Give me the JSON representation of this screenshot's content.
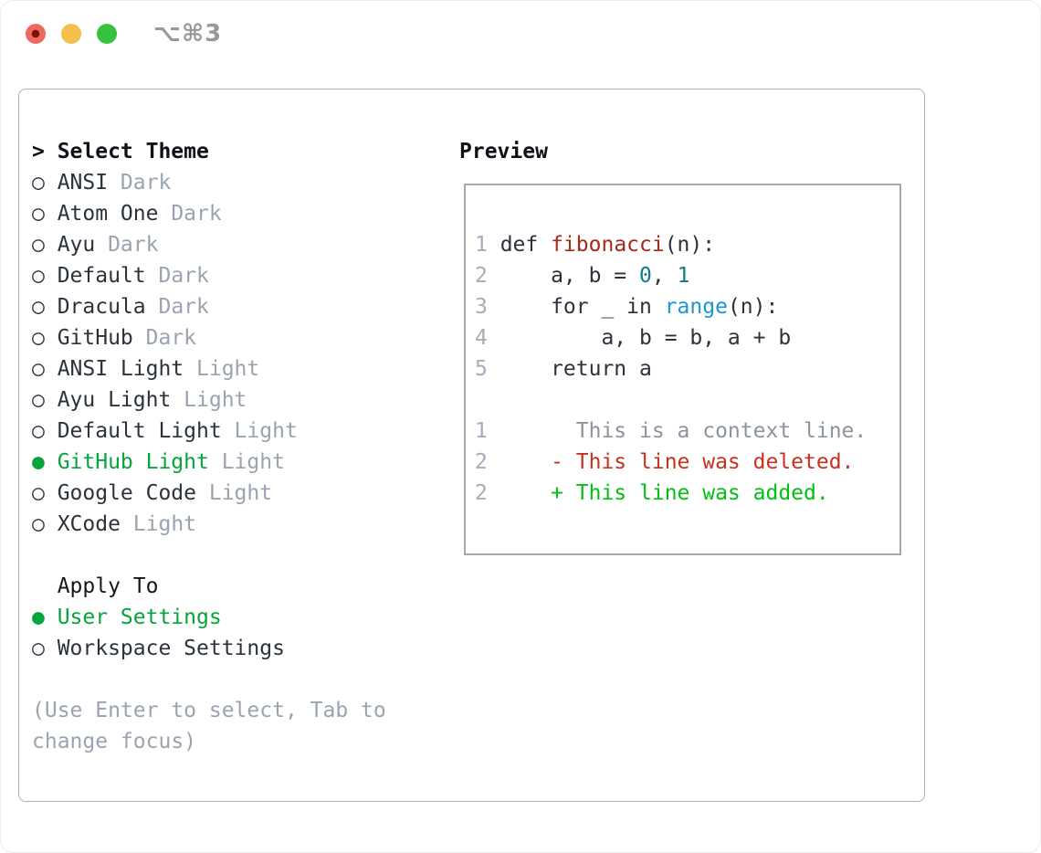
{
  "window": {
    "title": "⌥⌘3",
    "traffic_lights": {
      "close": "close-button",
      "minimize": "minimize-button",
      "zoom": "zoom-button"
    }
  },
  "theme_picker": {
    "header": {
      "prompt": ">",
      "label": "Select Theme"
    },
    "radio_selected_glyph": "●",
    "radio_unselected_glyph": "○",
    "themes": [
      {
        "name": "ANSI",
        "variant": "Dark",
        "selected": false
      },
      {
        "name": "Atom One",
        "variant": "Dark",
        "selected": false
      },
      {
        "name": "Ayu",
        "variant": "Dark",
        "selected": false
      },
      {
        "name": "Default",
        "variant": "Dark",
        "selected": false
      },
      {
        "name": "Dracula",
        "variant": "Dark",
        "selected": false
      },
      {
        "name": "GitHub",
        "variant": "Dark",
        "selected": false
      },
      {
        "name": "ANSI Light",
        "variant": "Light",
        "selected": false
      },
      {
        "name": "Ayu Light",
        "variant": "Light",
        "selected": false
      },
      {
        "name": "Default Light",
        "variant": "Light",
        "selected": false
      },
      {
        "name": "GitHub Light",
        "variant": "Light",
        "selected": true
      },
      {
        "name": "Google Code",
        "variant": "Light",
        "selected": false
      },
      {
        "name": "XCode",
        "variant": "Light",
        "selected": false
      }
    ],
    "apply_to": {
      "header": "Apply To",
      "options": [
        {
          "name": "User Settings",
          "selected": true
        },
        {
          "name": "Workspace Settings",
          "selected": false
        }
      ]
    },
    "hint_lines": [
      "(Use Enter to select, Tab to",
      "change focus)"
    ]
  },
  "preview": {
    "title": "Preview",
    "code_lines": [
      {
        "num": "1",
        "tokens": [
          [
            "def ",
            "foreground"
          ],
          [
            "fibonacci",
            "red_function"
          ],
          [
            "(n):",
            "foreground"
          ]
        ]
      },
      {
        "num": "2",
        "tokens": [
          [
            "    a, b = ",
            "foreground"
          ],
          [
            "0",
            "teal_number"
          ],
          [
            ", ",
            "foreground"
          ],
          [
            "1",
            "teal_number"
          ]
        ]
      },
      {
        "num": "3",
        "tokens": [
          [
            "    for _ in ",
            "foreground"
          ],
          [
            "range",
            "blue_builtin"
          ],
          [
            "(n):",
            "foreground"
          ]
        ]
      },
      {
        "num": "4",
        "tokens": [
          [
            "        a, b = b, a + b",
            "foreground"
          ]
        ]
      },
      {
        "num": "5",
        "tokens": [
          [
            "    return a",
            "foreground"
          ]
        ]
      },
      {
        "num": "",
        "tokens": []
      },
      {
        "num": "1",
        "tokens": [
          [
            "      This is a context line.",
            "context"
          ]
        ]
      },
      {
        "num": "2",
        "tokens": [
          [
            "    - This line was deleted.",
            "red_deleted"
          ]
        ]
      },
      {
        "num": "2",
        "tokens": [
          [
            "    + This line was added.",
            "green_added"
          ]
        ]
      }
    ]
  },
  "colors": {
    "foreground": "#2b323c",
    "header": "#0e1116",
    "muted": "#9aa3b0",
    "line_number": "#a3adbb",
    "context": "#8d949d",
    "green_selected": "#04a53a",
    "green_added": "#00c011",
    "red_deleted": "#c9301d",
    "red_function": "#a6291b",
    "teal_number": "#0d7e86",
    "blue_builtin": "#1b96d2"
  }
}
